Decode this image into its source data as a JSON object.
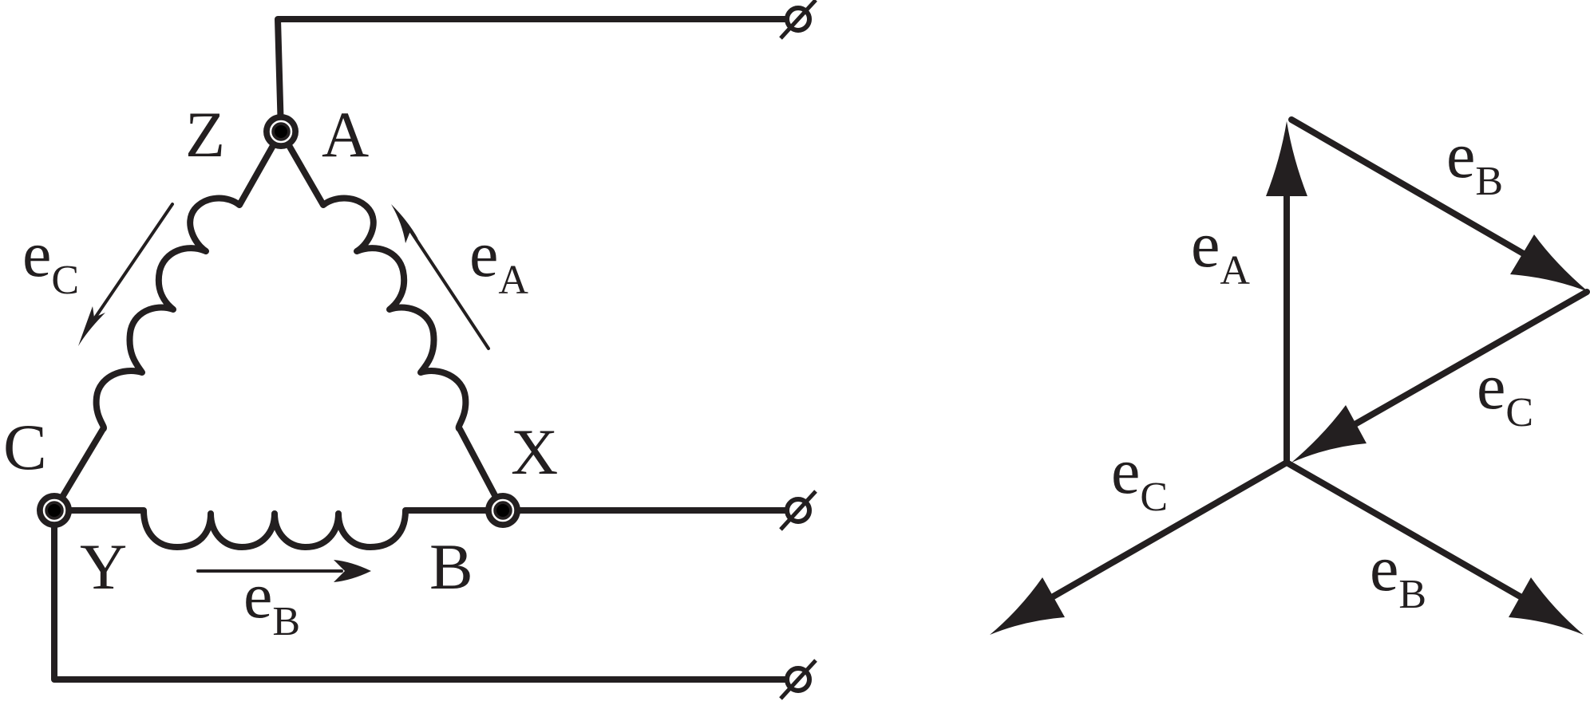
{
  "colors": {
    "ink": "#231f20",
    "background": "#ffffff"
  },
  "circuit": {
    "node_labels": {
      "a": "A",
      "x": "X",
      "b": "B",
      "y": "Y",
      "c": "C",
      "z": "Z"
    },
    "terminal_symbol": "⌀",
    "emf": {
      "a": {
        "base": "e",
        "sub": "A"
      },
      "b": {
        "base": "e",
        "sub": "B"
      },
      "c": {
        "base": "e",
        "sub": "C"
      }
    }
  },
  "phasor": {
    "star": {
      "a": {
        "base": "e",
        "sub": "A"
      },
      "b": {
        "base": "e",
        "sub": "B"
      },
      "c": {
        "base": "e",
        "sub": "C"
      }
    },
    "polygon": {
      "b": {
        "base": "e",
        "sub": "B"
      },
      "c": {
        "base": "e",
        "sub": "C"
      }
    }
  }
}
